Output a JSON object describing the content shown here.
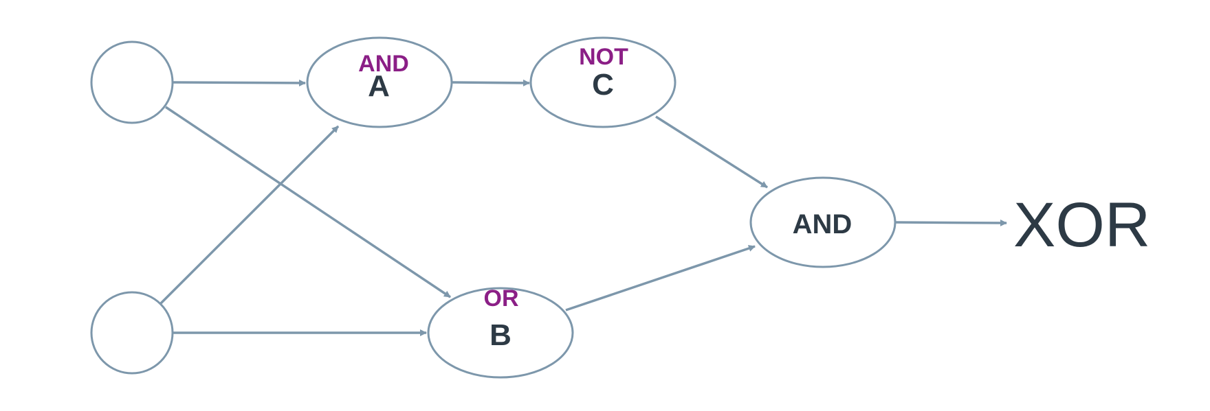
{
  "diagram": {
    "inputs": [
      {
        "id": "input-1"
      },
      {
        "id": "input-2"
      }
    ],
    "nodes": {
      "a": {
        "gate": "AND",
        "label": "A"
      },
      "b": {
        "gate": "OR",
        "label": "B"
      },
      "c": {
        "gate": "NOT",
        "label": "C"
      },
      "d": {
        "label": "AND"
      }
    },
    "output": "XOR",
    "edges": [
      {
        "from": "input-1",
        "to": "A"
      },
      {
        "from": "input-1",
        "to": "B"
      },
      {
        "from": "input-2",
        "to": "A"
      },
      {
        "from": "input-2",
        "to": "B"
      },
      {
        "from": "A",
        "to": "C"
      },
      {
        "from": "C",
        "to": "AND"
      },
      {
        "from": "B",
        "to": "AND"
      },
      {
        "from": "AND",
        "to": "XOR"
      }
    ],
    "colors": {
      "edge": "#7d97ab",
      "gate_label": "#8b1f86",
      "node_label": "#2d3a45"
    }
  }
}
